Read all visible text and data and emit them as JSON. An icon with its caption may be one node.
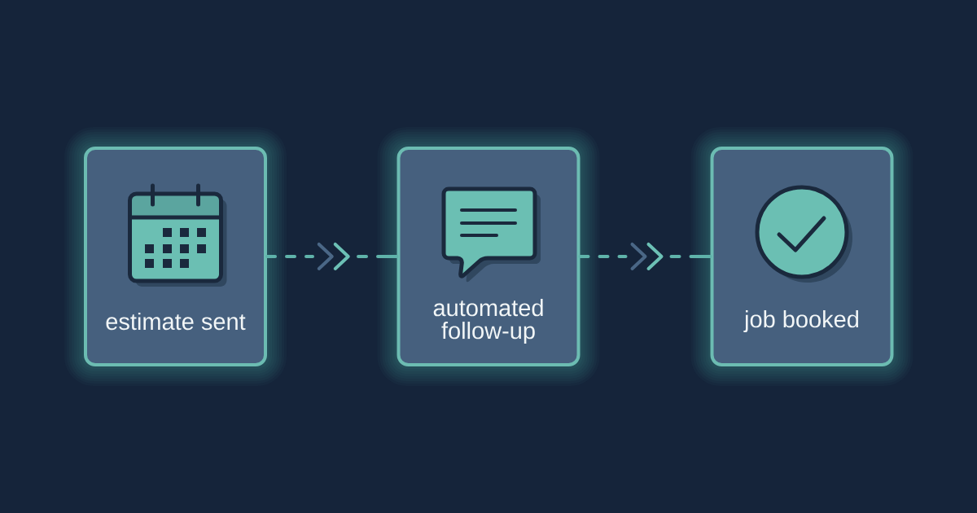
{
  "diagram": {
    "nodes": [
      {
        "text": [
          "estimate sent"
        ]
      },
      {
        "text": [
          "automated follow-up"
        ]
      },
      {
        "text": [
          "job booked"
        ]
      }
    ],
    "edges": [
      {
        "from": 0,
        "to": 1,
        "arrow": "to",
        "style": "dashed"
      },
      {
        "from": 1,
        "to": 2,
        "arrow": "to",
        "style": "dashed"
      }
    ]
  }
}
